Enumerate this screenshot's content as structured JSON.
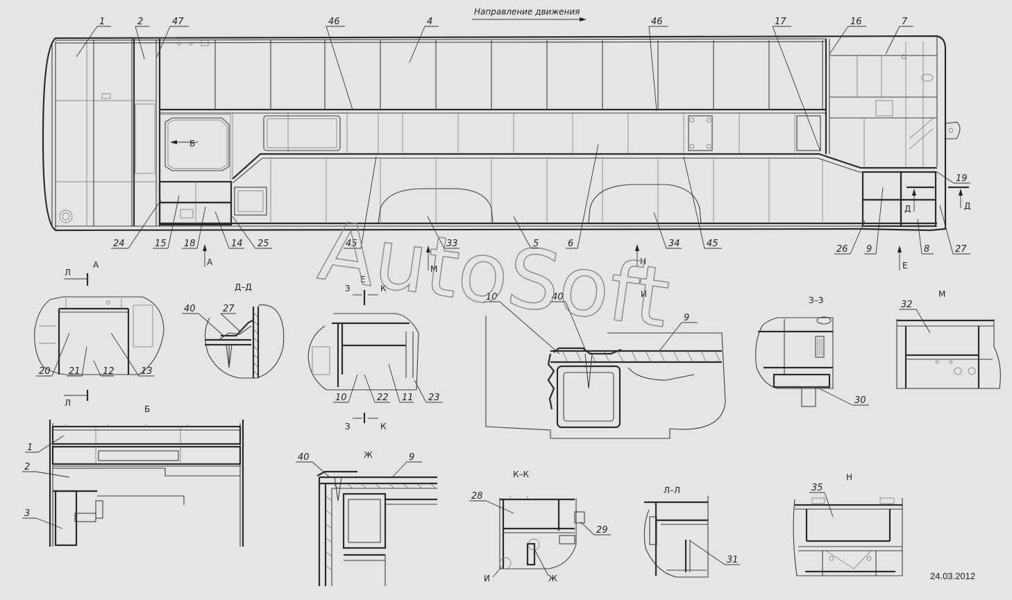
{
  "title": "Направление движения",
  "watermark": "AutoSoft",
  "date": "24.03.2012",
  "views": {
    "A": "А",
    "B": "Б",
    "DD": "Д–Д",
    "ZZ": "З–З",
    "M": "М",
    "KK": "К–К",
    "LL": "Л–Л",
    "N": "Н",
    "Zh": "Ж"
  },
  "markers": {
    "A": "А",
    "B": "Б",
    "D": "Д",
    "E": "Е",
    "M": "М",
    "N": "Н",
    "L": "Л",
    "Z": "З",
    "K": "К",
    "I": "И",
    "Zh": "Ж"
  },
  "callouts": {
    "n1": "1",
    "n2": "2",
    "n3": "3",
    "n4": "4",
    "n5": "5",
    "n6": "6",
    "n7": "7",
    "n8": "8",
    "n9": "9",
    "n10": "10",
    "n11": "11",
    "n12": "12",
    "n13": "13",
    "n14": "14",
    "n15": "15",
    "n16": "16",
    "n17": "17",
    "n18": "18",
    "n19": "19",
    "n20": "20",
    "n21": "21",
    "n22": "22",
    "n23": "23",
    "n24": "24",
    "n25": "25",
    "n26": "26",
    "n27": "27",
    "n28": "28",
    "n29": "29",
    "n30": "30",
    "n31": "31",
    "n32": "32",
    "n33": "33",
    "n34": "34",
    "n35": "35",
    "n40": "40",
    "n45": "45",
    "n46": "46",
    "n47": "47"
  }
}
